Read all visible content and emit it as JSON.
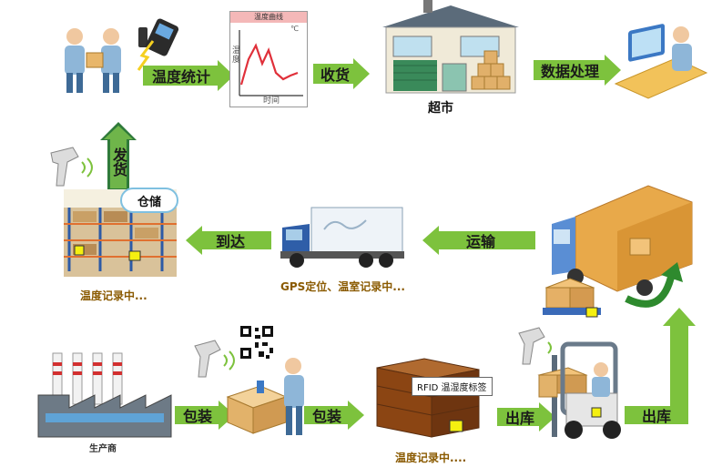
{
  "top_row": {
    "arrow_1": "温度统计",
    "chart_title": "温度曲线",
    "chart_unit": "℃",
    "chart_ylabel": "温度",
    "chart_xlabel": "时间",
    "arrow_2": "收货",
    "supermarket_label": "超市",
    "arrow_3": "数据处理"
  },
  "middle_row": {
    "ship_arrow": "发货",
    "warehouse_label": "仓储",
    "arrive_arrow": "到达",
    "transport_arrow": "运输",
    "warehouse_caption": "温度记录中...",
    "truck_caption": "GPS定位、温室记录中..."
  },
  "bottom_row": {
    "producer_label": "生产商",
    "pack_arrow_1": "包装",
    "pack_arrow_2": "包装",
    "rfid_tag": "RFID 温湿度标签",
    "boxes_caption": "温度记录中....",
    "outbound_arrow_1": "出库",
    "outbound_arrow_2": "出库"
  },
  "colors": {
    "arrow_green": "#7dc23d",
    "caption_brown": "#8a5a00",
    "chart_curve": "#e0303a",
    "box_brown": "#8b4513"
  }
}
